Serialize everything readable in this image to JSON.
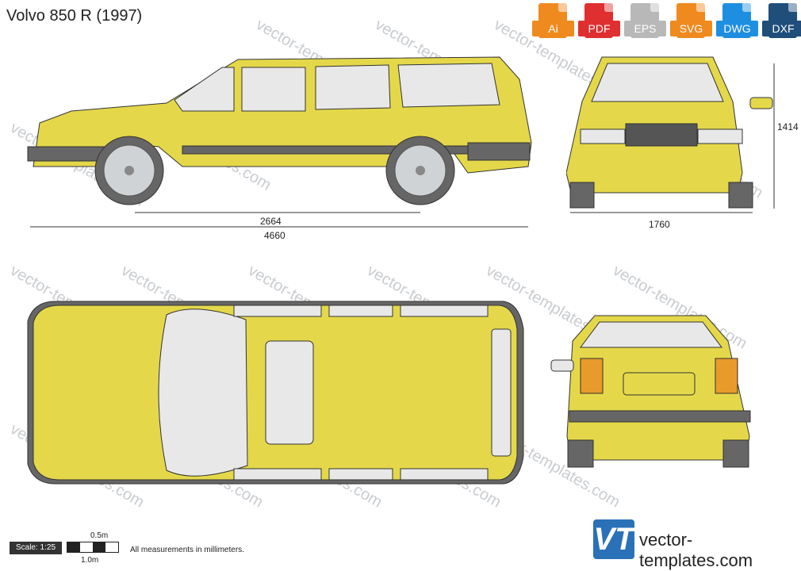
{
  "page_title": "Volvo 850 R (1997)",
  "formats": [
    {
      "label": "Ai",
      "color": "#ef8a1f"
    },
    {
      "label": "PDF",
      "color": "#e02f2f"
    },
    {
      "label": "EPS",
      "color": "#b8b8b8"
    },
    {
      "label": "SVG",
      "color": "#ef8a1f"
    },
    {
      "label": "DWG",
      "color": "#1e8fe0"
    },
    {
      "label": "DXF",
      "color": "#1f4e7a"
    }
  ],
  "dimensions": {
    "wheelbase": "2664",
    "length": "4660",
    "width": "1760",
    "height": "1414"
  },
  "watermark": "vector-templates.com",
  "scale": {
    "label": "Scale: 1:25",
    "small": "0.5m",
    "large": "1.0m"
  },
  "note": "All measurements in millimeters.",
  "brand": {
    "logo": "VT",
    "site": "vector-templates.com",
    "logo_color": "#2a71b8"
  },
  "colors": {
    "body": "#e4d84a",
    "trim": "#666666",
    "glass": "#e8e8e8",
    "outline": "#333333"
  }
}
